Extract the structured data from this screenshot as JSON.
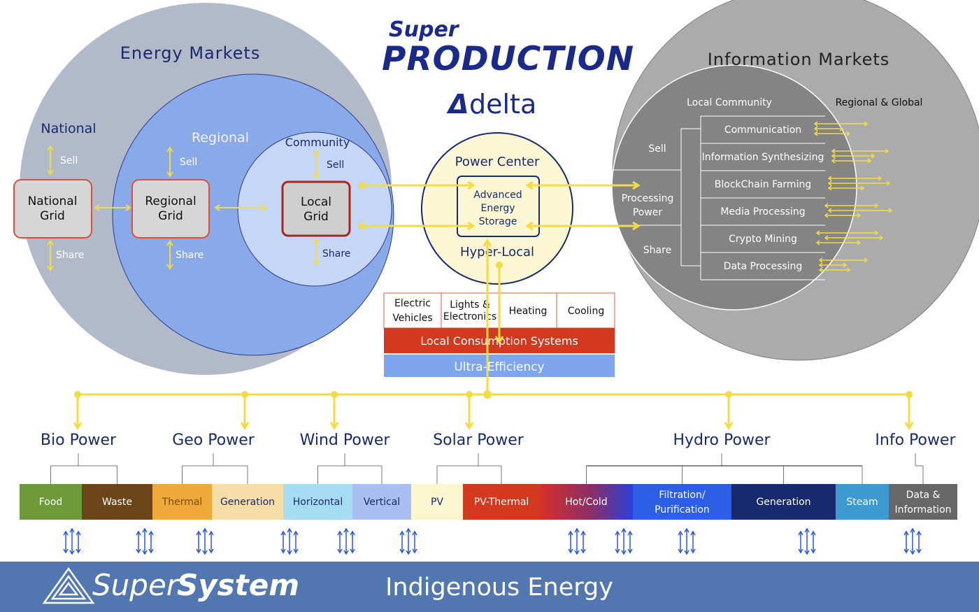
{
  "brand": {
    "super": "Super",
    "production": "PRODUCTION",
    "delta_mark": "Δ",
    "delta_word": "delta"
  },
  "energy_markets": {
    "title": "Energy Markets",
    "levels": [
      {
        "name": "National",
        "grid": [
          "National",
          "Grid"
        ],
        "sell": "Sell",
        "share": "Share"
      },
      {
        "name": "Regional",
        "grid": [
          "Regional",
          "Grid"
        ],
        "sell": "Sell",
        "share": "Share"
      },
      {
        "name": "Community",
        "grid": [
          "Local",
          "Grid"
        ],
        "sell": "Sell",
        "share": "Share"
      }
    ]
  },
  "power_center": {
    "title": "Power Center",
    "storage": [
      "Advanced",
      "Energy",
      "Storage"
    ],
    "subtitle": "Hyper-Local"
  },
  "consumption": {
    "items": [
      [
        "Electric",
        "Vehicles"
      ],
      [
        "Lights &",
        "Electronics"
      ],
      [
        "Heating"
      ],
      [
        "Cooling"
      ]
    ],
    "bar": "Local Consumption Systems",
    "efficiency": "Ultra-Efficiency"
  },
  "info_markets": {
    "title": "Information Markets",
    "local_community": "Local Community",
    "regional_global": "Regional & Global",
    "sell": "Sell",
    "processing_power": [
      "Processing",
      "Power"
    ],
    "share": "Share",
    "services": [
      "Communication",
      "Information Synthesizing",
      "BlockChain Farming",
      "Media Processing",
      "Crypto Mining",
      "Data Processing"
    ]
  },
  "power_sources": [
    {
      "name": "Bio Power",
      "categories": [
        {
          "label": [
            "Food"
          ],
          "color": "#6e9a3a",
          "text": "#ffffff"
        },
        {
          "label": [
            "Waste"
          ],
          "color": "#6b4418",
          "text": "#ffffff"
        }
      ]
    },
    {
      "name": "Geo Power",
      "categories": [
        {
          "label": [
            "Thermal"
          ],
          "color": "#efa93a",
          "text": "#7a4a10"
        },
        {
          "label": [
            "Generation"
          ],
          "color": "#f6dca6",
          "text": "#1b2a6b"
        }
      ]
    },
    {
      "name": "Wind Power",
      "categories": [
        {
          "label": [
            "Horizontal"
          ],
          "color": "#a6dcf2",
          "text": "#1b2a6b"
        },
        {
          "label": [
            "Vertical"
          ],
          "color": "#a9bff2",
          "text": "#1b2a6b"
        }
      ]
    },
    {
      "name": "Solar Power",
      "categories": [
        {
          "label": [
            "PV"
          ],
          "color": "#fbf6d0",
          "text": "#1b2a6b"
        },
        {
          "label": [
            "PV-Thermal"
          ],
          "color": "#d2391f",
          "text": "#ffffff"
        }
      ]
    },
    {
      "name": "Hydro Power",
      "categories": [
        {
          "label": [
            "Hot/Cold"
          ],
          "color": "#b43232",
          "text": "#ffffff"
        },
        {
          "label": [
            "Filtration/",
            "Purification"
          ],
          "color": "#2c5fe6",
          "text": "#ffffff"
        },
        {
          "label": [
            "Generation"
          ],
          "color": "#172a6d",
          "text": "#ffffff"
        },
        {
          "label": [
            "Steam"
          ],
          "color": "#3c9ad0",
          "text": "#ffffff"
        }
      ]
    },
    {
      "name": "Info Power",
      "categories": [
        {
          "label": [
            "Data &",
            "Information"
          ],
          "color": "#676767",
          "text": "#ffffff"
        }
      ]
    }
  ],
  "footer": {
    "logo_super": "Super",
    "logo_system": "System",
    "tagline": "Indigenous Energy",
    "color": "#5277b0"
  }
}
